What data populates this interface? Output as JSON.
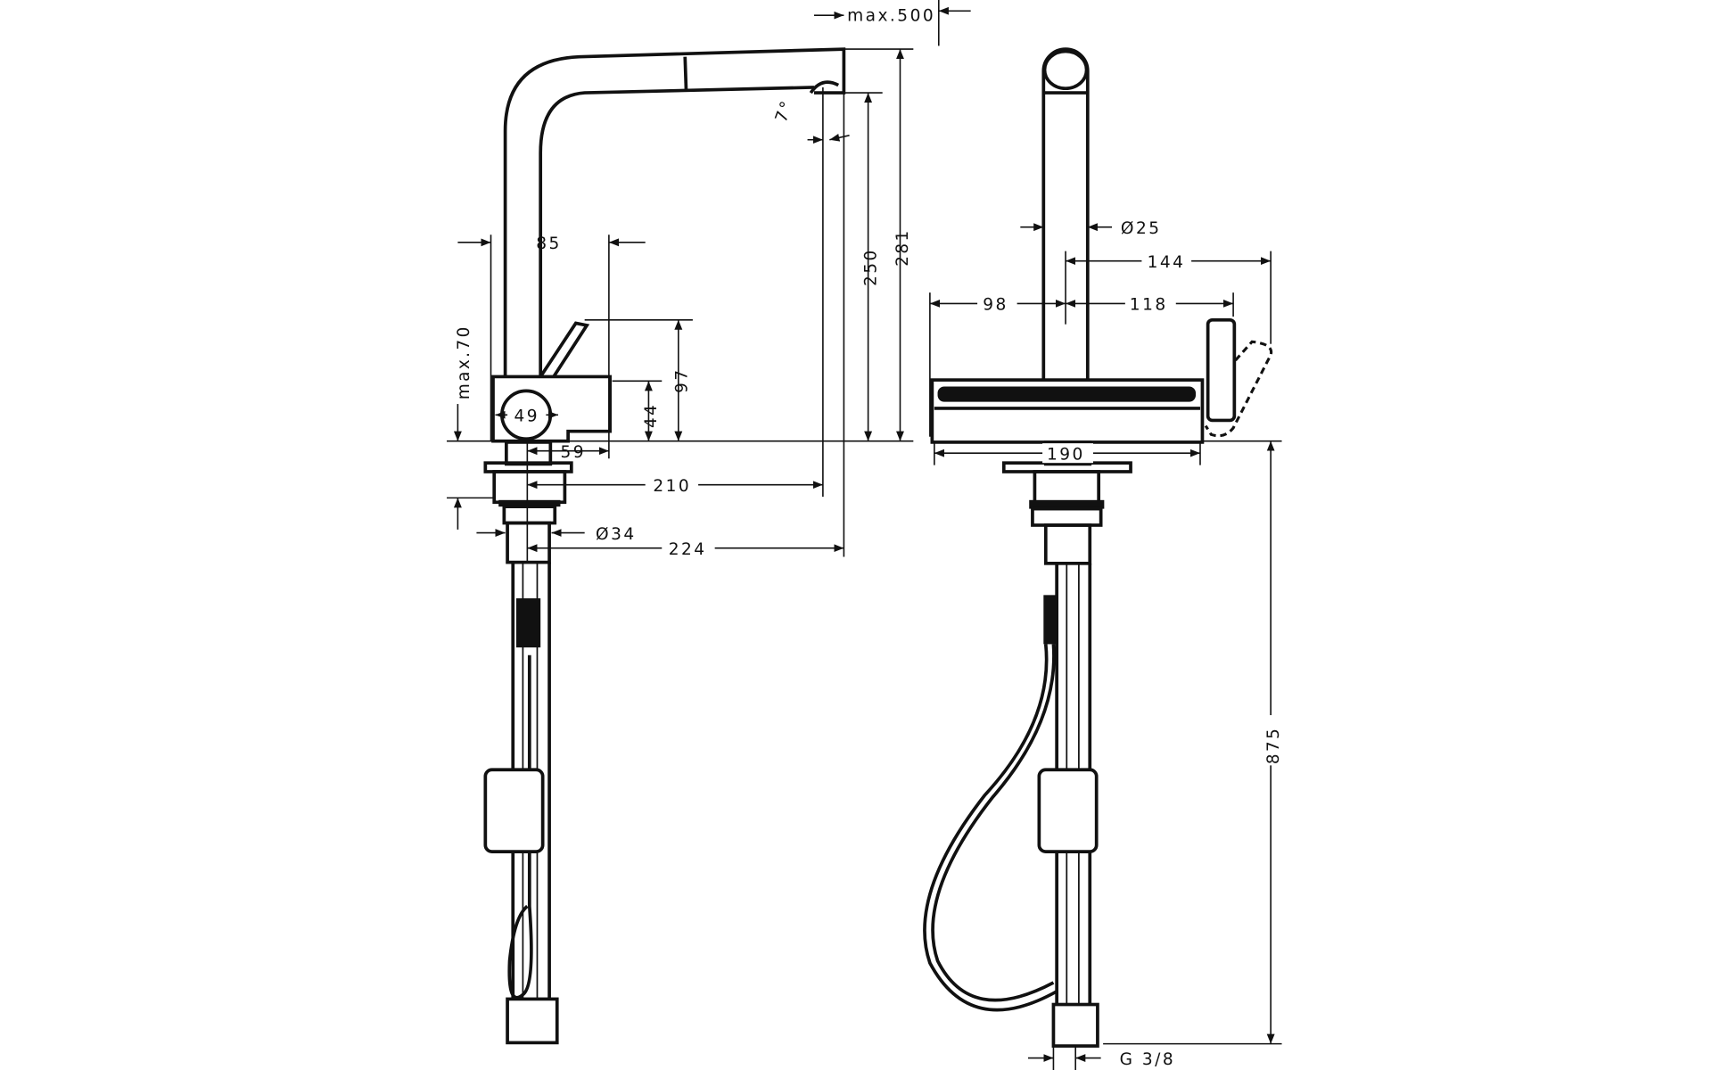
{
  "title": "Kitchen faucet technical drawing (side and front view)",
  "dimensions": {
    "max_reach": "max.500",
    "swivel_angle": "7°",
    "lever_offset": "85",
    "max_counter": "max.70",
    "body_diameter": "49",
    "lever_height": "97",
    "body_height": "44",
    "body_depth": "59",
    "spout_reach": "210",
    "shank_diameter": "Ø34",
    "total_reach": "224",
    "outlet_height": "250",
    "total_height": "281",
    "spout_diameter": "Ø25",
    "lever_swing": "144",
    "left_width": "98",
    "right_width": "118",
    "base_width": "190",
    "hose_length": "875",
    "connection": "G 3/8"
  }
}
